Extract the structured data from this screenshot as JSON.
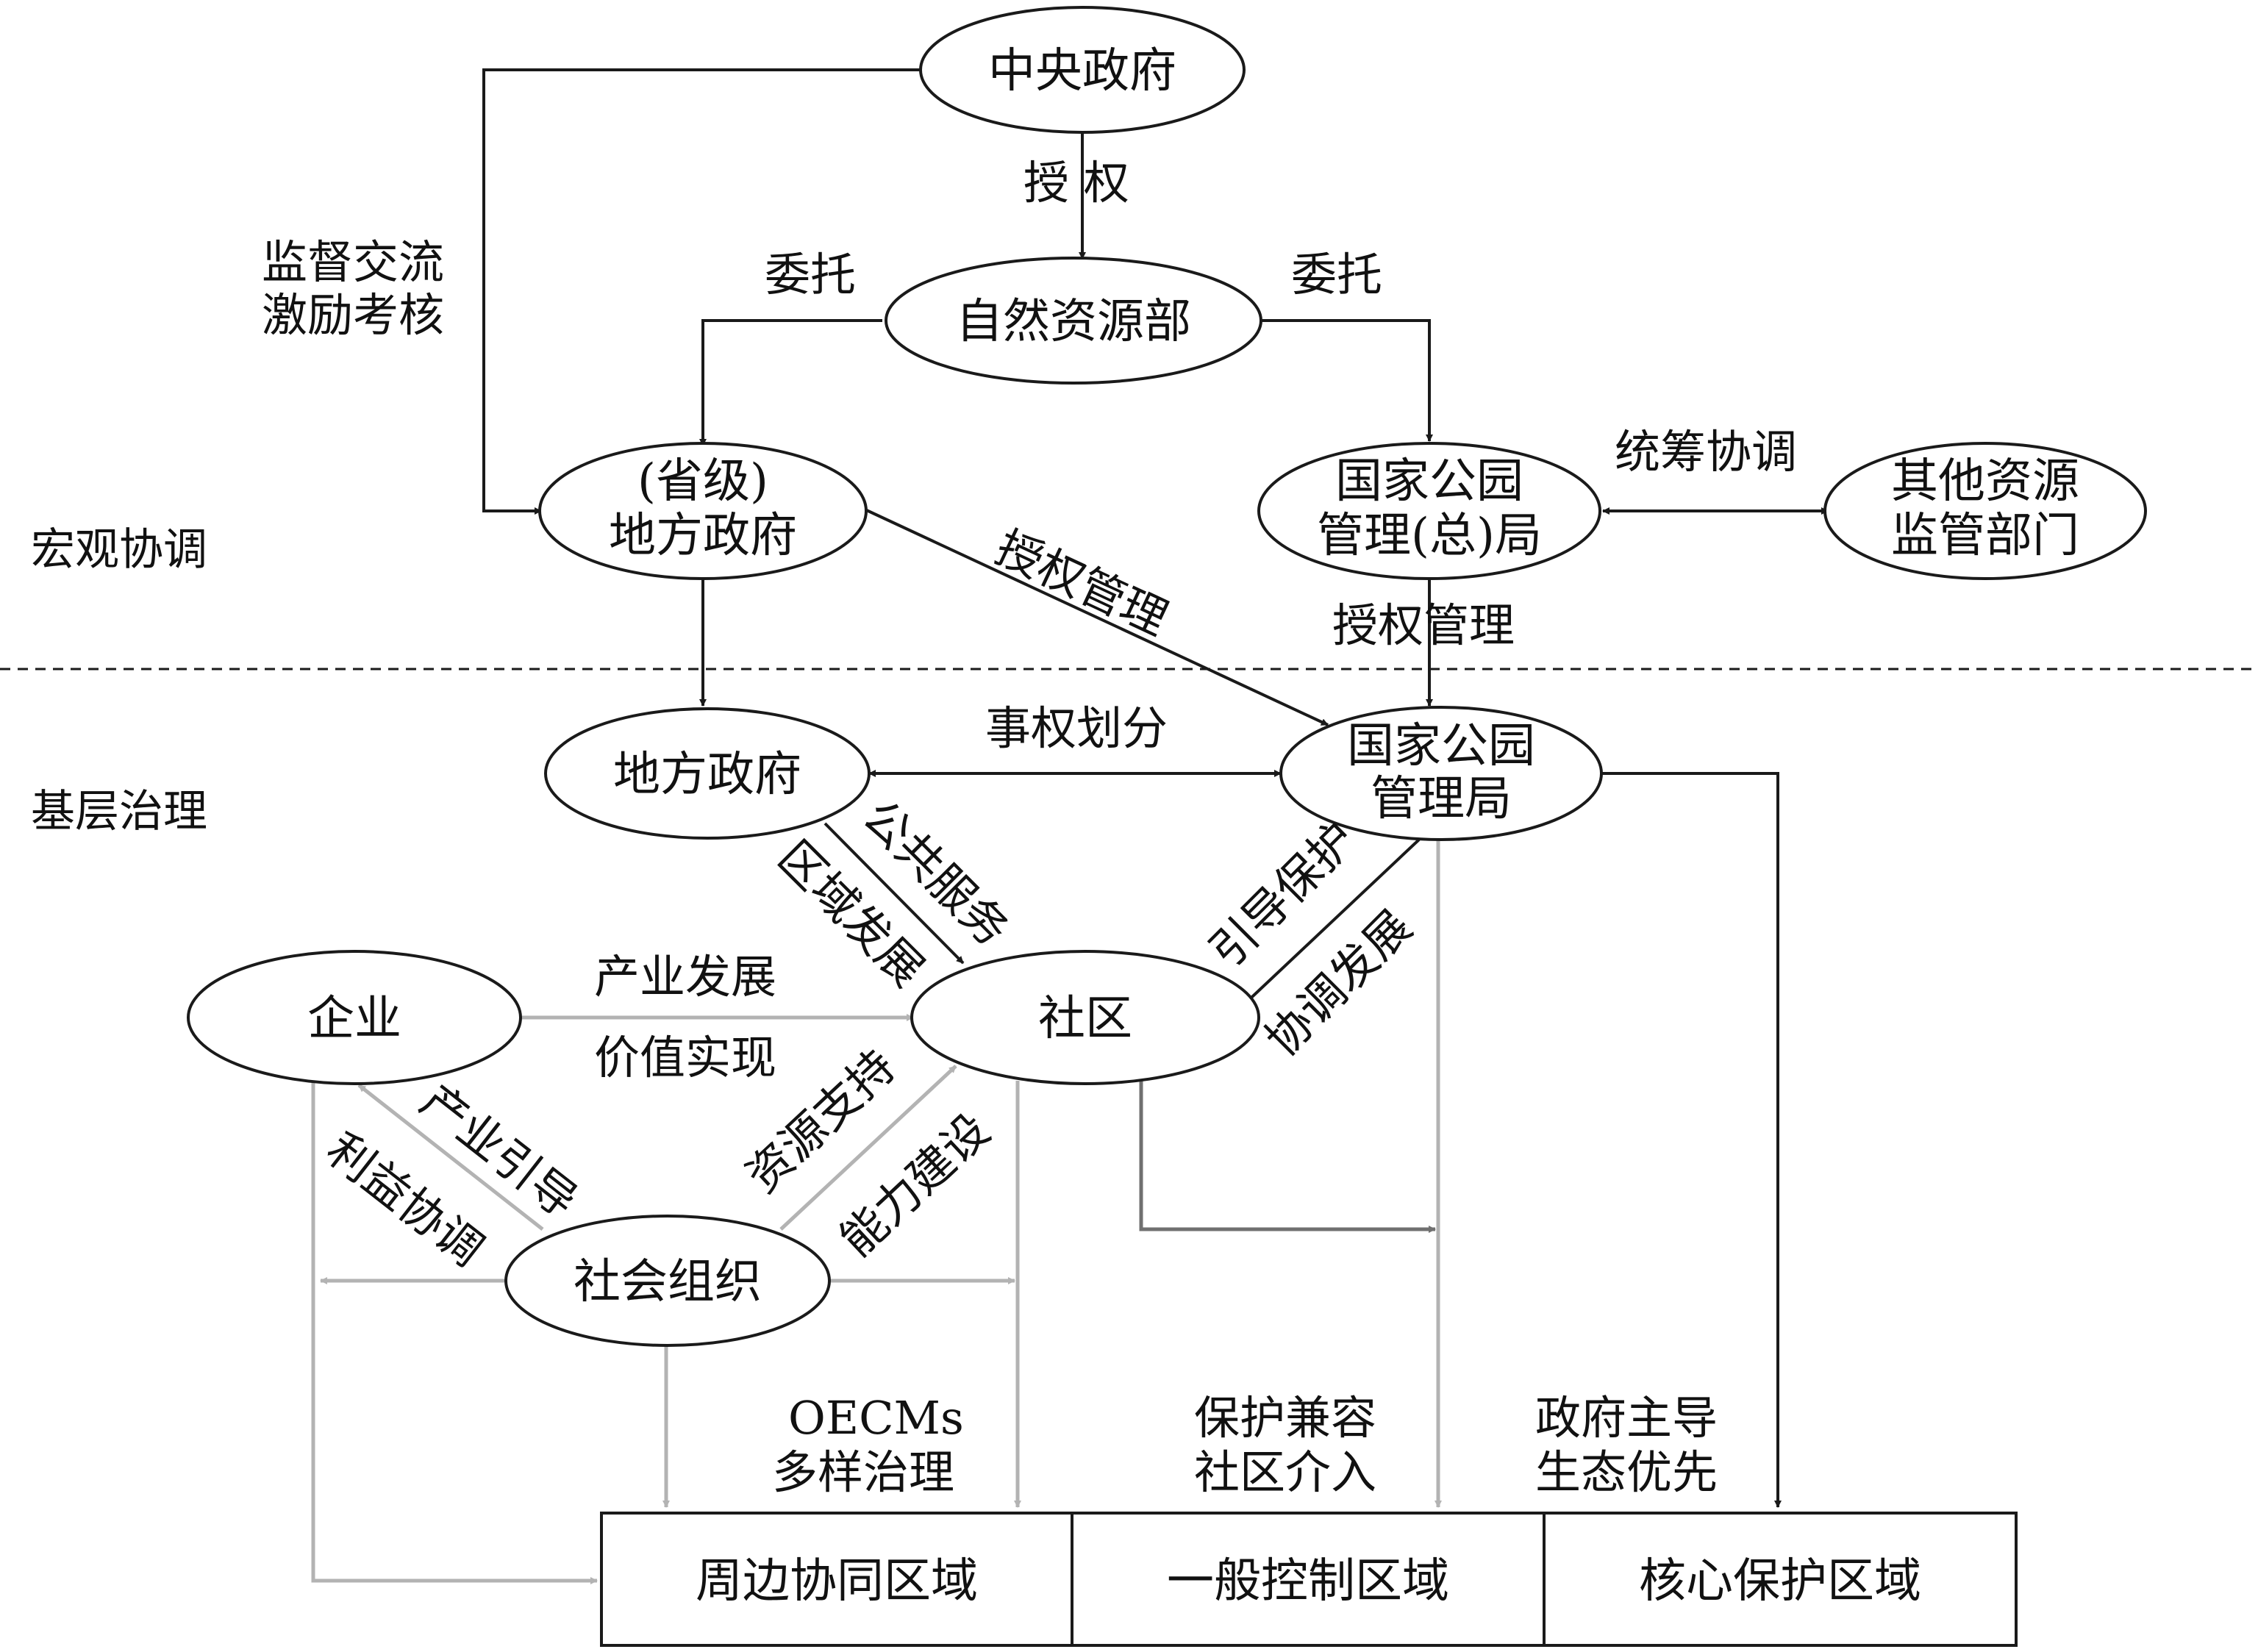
{
  "sections": {
    "macro": "宏观协调",
    "grassroots": "基层治理"
  },
  "nodes": {
    "central": "中央政府",
    "ministry": "自然资源部",
    "provincial_line1": "(省级)",
    "provincial_line2": "地方政府",
    "npa_hq_line1": "国家公园",
    "npa_hq_line2": "管理(总)局",
    "other_line1": "其他资源",
    "other_line2": "监管部门",
    "local_gov": "地方政府",
    "npa_line1": "国家公园",
    "npa_line2": "管理局",
    "enterprise": "企业",
    "community": "社区",
    "social_org": "社会组织"
  },
  "edges": {
    "authorize": "授 权",
    "entrust_left": "委托",
    "entrust_right": "委托",
    "supervise_line1": "监督交流",
    "supervise_line2": "激励考核",
    "coordinate": "统筹协调",
    "auth_mgmt_diag": "授权管理",
    "auth_mgmt_vert": "授权管理",
    "power_division": "事权划分",
    "public_service": "公共服务",
    "regional_dev": "区域发展",
    "guide_protect": "引导保护",
    "coord_dev": "协调发展",
    "industry_dev": "产业发展",
    "value_realize": "价值实现",
    "industry_guide": "产业引导",
    "interest_coord": "利益协调",
    "resource_support": "资源支持",
    "capacity_build": "能力建设",
    "oecms_line1": "OECMs",
    "oecms_line2": "多样治理",
    "compat_line1": "保护兼容",
    "compat_line2": "社区介入",
    "gov_led_line1": "政府主导",
    "gov_led_line2": "生态优先"
  },
  "zones": {
    "peripheral": "周边协同区域",
    "general": "一般控制区域",
    "core": "核心保护区域"
  },
  "colors": {
    "black": "#1a1a1a",
    "gray": "#b3b3b3",
    "dark_gray": "#707070"
  }
}
